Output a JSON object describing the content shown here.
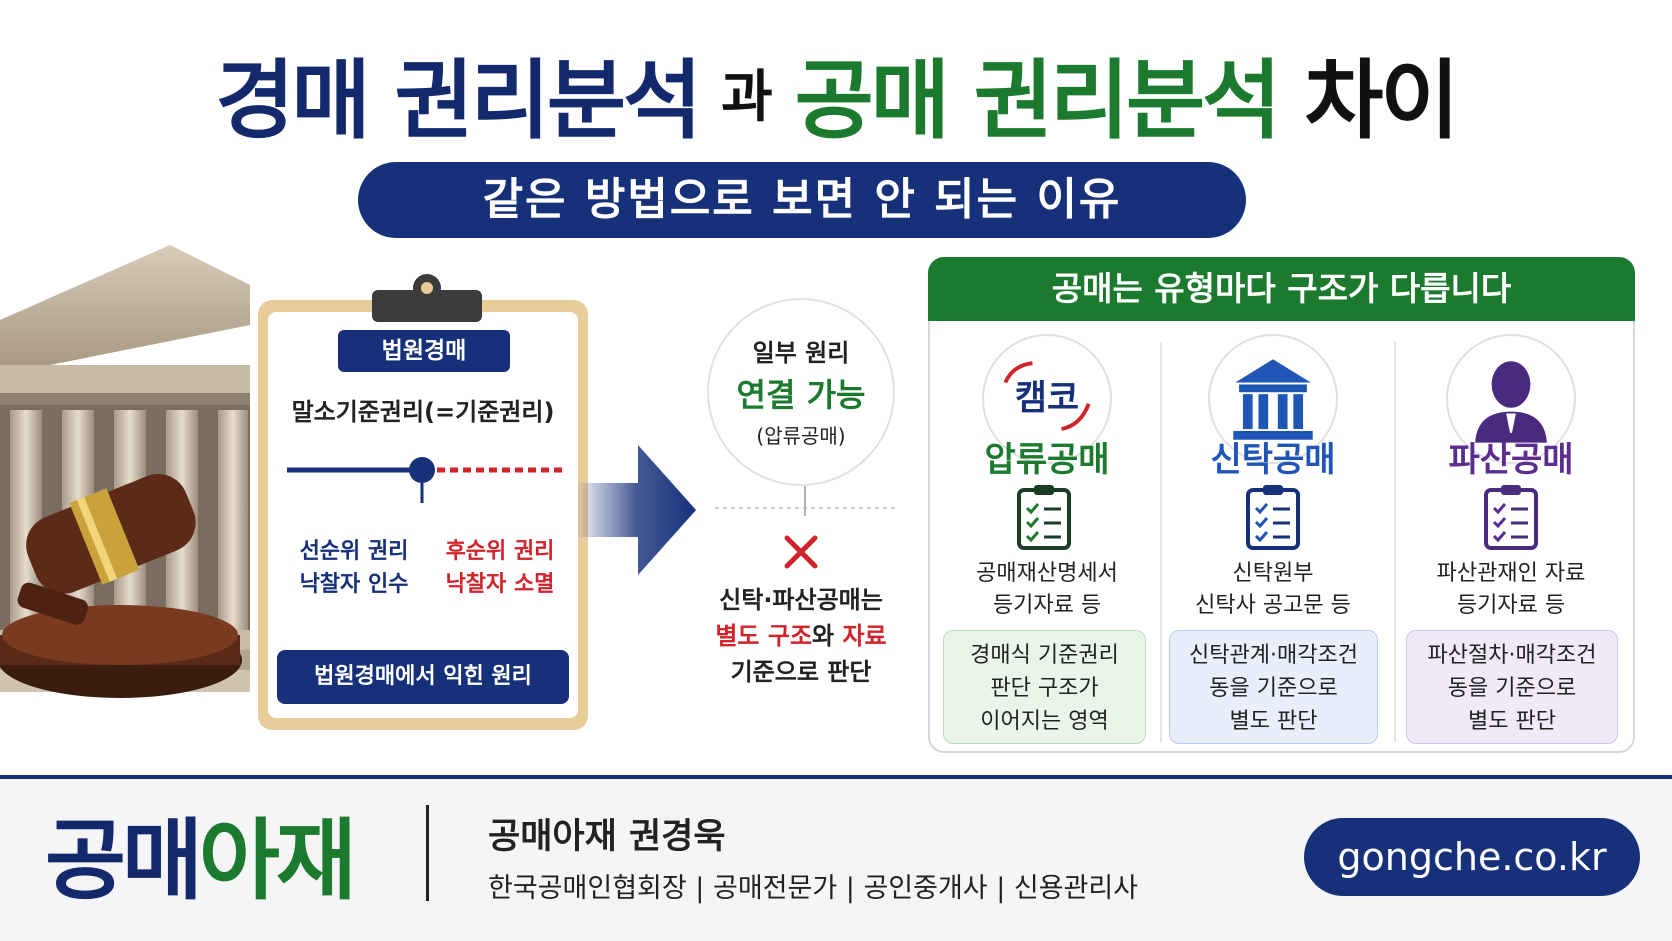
{
  "title": {
    "part1": "경매 권리분석",
    "connector": "과",
    "part2": "공매 권리분석",
    "part3": "차이"
  },
  "subtitle": "같은 방법으로 보면 안 되는 이유",
  "court": {
    "badge": "법원경매",
    "standard_right": "말소기준권리(=기준권리)",
    "senior_label": "선순위 권리",
    "senior_effect": "낙찰자 인수",
    "junior_label": "후순위 권리",
    "junior_effect": "낙찰자 소멸",
    "bottom_label": "법원경매에서 익힌 원리"
  },
  "middle": {
    "line1": "일부 원리",
    "line2": "연결 가능",
    "line3": "(압류공매)",
    "text1": "신탁·파산공매는",
    "text2_red1": "별도 구조",
    "text2_mid": "와 ",
    "text2_red2": "자료",
    "text3": "기준으로 판단"
  },
  "panel": {
    "header": "공매는 유형마다 구조가 다릅니다",
    "columns": [
      {
        "logo_text": "캠코",
        "title": "압류공매",
        "doc1": "공매재산명세서",
        "doc2": "등기자료 등",
        "box1": "경매식 기준권리",
        "box2": "판단 구조가",
        "box3": "이어지는 영역"
      },
      {
        "title": "신탁공매",
        "doc1": "신탁원부",
        "doc2": "신탁사 공고문 등",
        "box1": "신탁관계·매각조건",
        "box2": "동을 기준으로",
        "box3": "별도 판단"
      },
      {
        "title": "파산공매",
        "doc1": "파산관재인 자료",
        "doc2": "등기자료 등",
        "box1": "파산절차·매각조건",
        "box2": "동을 기준으로",
        "box3": "별도 판단"
      }
    ]
  },
  "footer": {
    "brand_part1": "공매",
    "brand_part2": "아재",
    "name": "공매아재 권경욱",
    "titles": "한국공매인협회장 | 공매전문가 | 공인중개사 | 신용관리사",
    "url": "gongche.co.kr"
  },
  "colors": {
    "navy": "#16307a",
    "green": "#1b7a2e",
    "red": "#d0232a",
    "purple": "#5b2d8e",
    "blue": "#1f56b5"
  },
  "icons": [
    "court-building-icon",
    "gavel-icon",
    "clipboard-icon",
    "arrow-right-icon",
    "x-mark-icon",
    "kamco-logo-icon",
    "building-icon",
    "person-icon",
    "checklist-icon"
  ]
}
